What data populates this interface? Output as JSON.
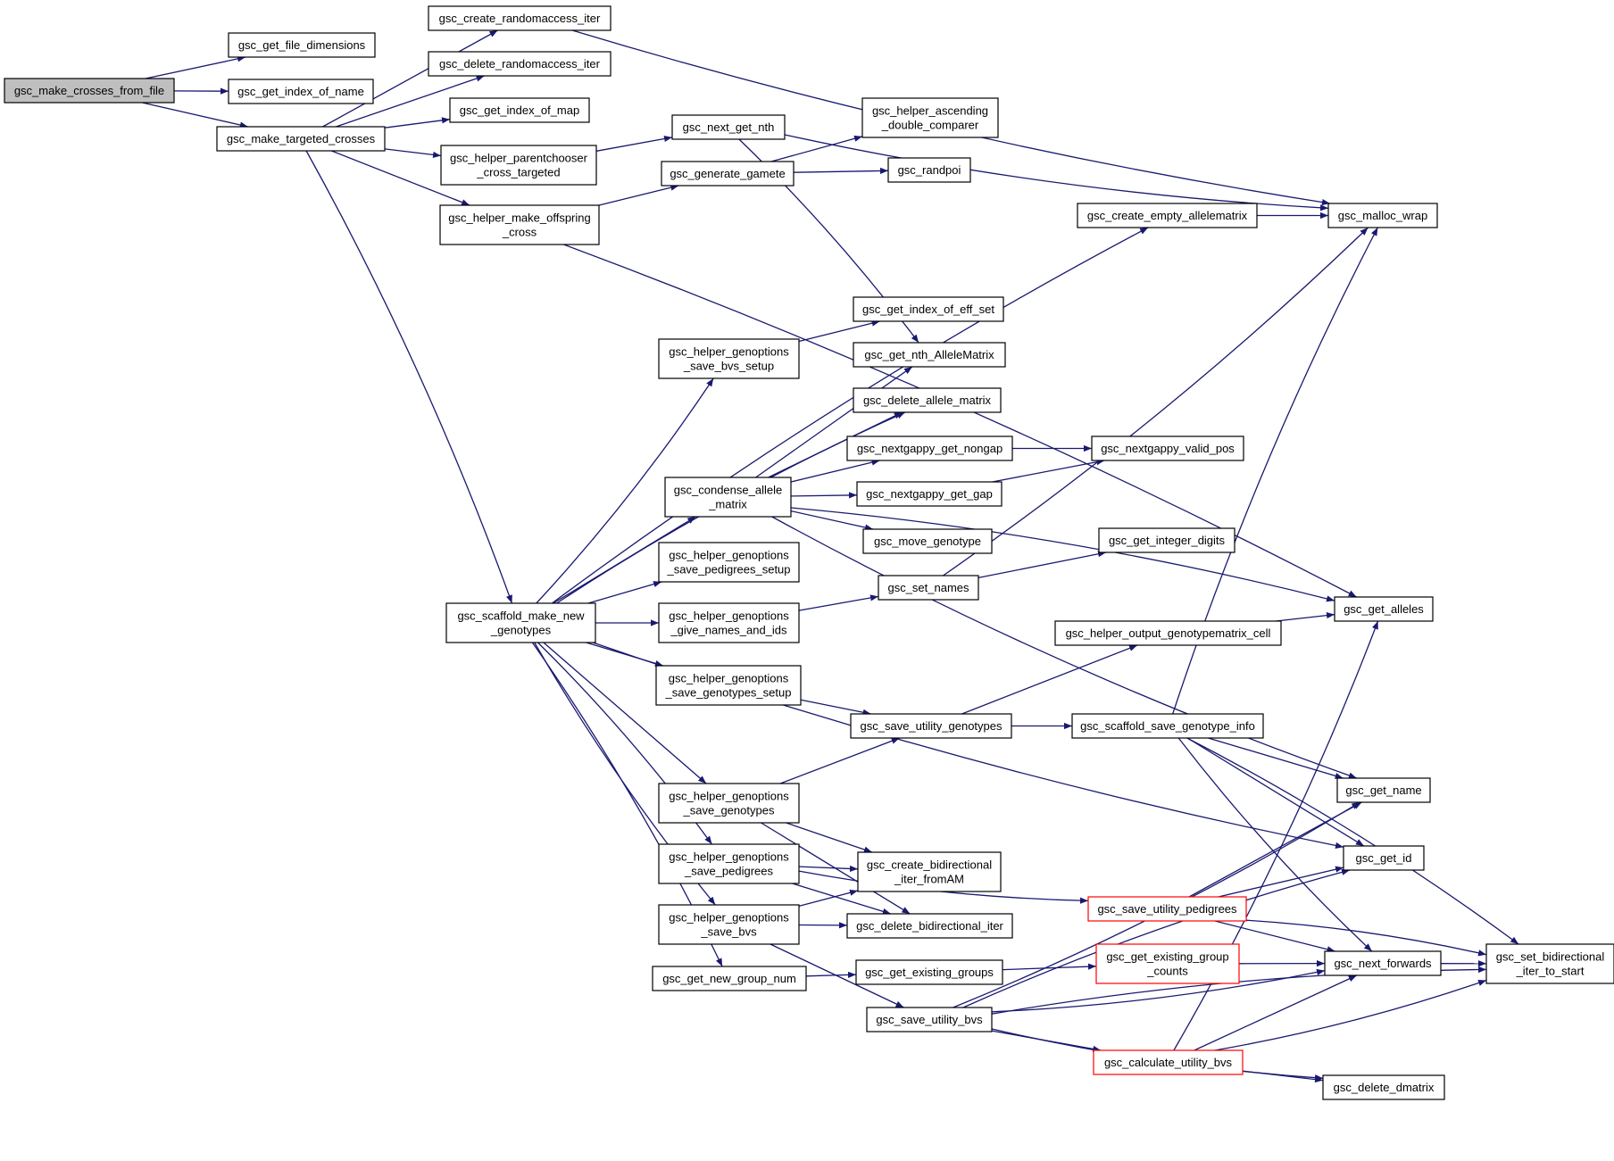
{
  "graph": {
    "edge_color": "#191970",
    "root_fill": "#bfbfbf",
    "truncated_border_color": "#ff0000",
    "nodes": [
      {
        "id": "make_crosses_from_file",
        "lines": [
          "gsc_make_crosses_from_file"
        ],
        "style": "root"
      },
      {
        "id": "get_file_dimensions",
        "lines": [
          "gsc_get_file_dimensions"
        ]
      },
      {
        "id": "get_index_of_name",
        "lines": [
          "gsc_get_index_of_name"
        ]
      },
      {
        "id": "make_targeted_crosses",
        "lines": [
          "gsc_make_targeted_crosses"
        ]
      },
      {
        "id": "create_randomaccess_iter",
        "lines": [
          "gsc_create_randomaccess_iter"
        ]
      },
      {
        "id": "delete_randomaccess_iter",
        "lines": [
          "gsc_delete_randomaccess_iter"
        ]
      },
      {
        "id": "get_index_of_map",
        "lines": [
          "gsc_get_index_of_map"
        ]
      },
      {
        "id": "helper_parentchooser",
        "lines": [
          "gsc_helper_parentchooser",
          "_cross_targeted"
        ]
      },
      {
        "id": "helper_make_offspring",
        "lines": [
          "gsc_helper_make_offspring",
          "_cross"
        ]
      },
      {
        "id": "next_get_nth",
        "lines": [
          "gsc_next_get_nth"
        ]
      },
      {
        "id": "generate_gamete",
        "lines": [
          "gsc_generate_gamete"
        ]
      },
      {
        "id": "helper_ascending",
        "lines": [
          "gsc_helper_ascending",
          "_double_comparer"
        ]
      },
      {
        "id": "randpoi",
        "lines": [
          "gsc_randpoi"
        ]
      },
      {
        "id": "malloc_wrap",
        "lines": [
          "gsc_malloc_wrap"
        ]
      },
      {
        "id": "create_empty_allelematrix",
        "lines": [
          "gsc_create_empty_allelematrix"
        ]
      },
      {
        "id": "get_index_of_eff_set",
        "lines": [
          "gsc_get_index_of_eff_set"
        ]
      },
      {
        "id": "get_nth_AlleleMatrix",
        "lines": [
          "gsc_get_nth_AlleleMatrix"
        ]
      },
      {
        "id": "delete_allele_matrix",
        "lines": [
          "gsc_delete_allele_matrix"
        ]
      },
      {
        "id": "helper_genoptions_save_bvs_setup",
        "lines": [
          "gsc_helper_genoptions",
          "_save_bvs_setup"
        ]
      },
      {
        "id": "nextgappy_get_nongap",
        "lines": [
          "gsc_nextgappy_get_nongap"
        ]
      },
      {
        "id": "nextgappy_valid_pos",
        "lines": [
          "gsc_nextgappy_valid_pos"
        ]
      },
      {
        "id": "condense_allele_matrix",
        "lines": [
          "gsc_condense_allele",
          "_matrix"
        ]
      },
      {
        "id": "nextgappy_get_gap",
        "lines": [
          "gsc_nextgappy_get_gap"
        ]
      },
      {
        "id": "move_genotype",
        "lines": [
          "gsc_move_genotype"
        ]
      },
      {
        "id": "get_integer_digits",
        "lines": [
          "gsc_get_integer_digits"
        ]
      },
      {
        "id": "helper_genoptions_save_pedigrees_setup",
        "lines": [
          "gsc_helper_genoptions",
          "_save_pedigrees_setup"
        ]
      },
      {
        "id": "set_names",
        "lines": [
          "gsc_set_names"
        ]
      },
      {
        "id": "get_alleles",
        "lines": [
          "gsc_get_alleles"
        ]
      },
      {
        "id": "scaffold_make_new_genotypes",
        "lines": [
          "gsc_scaffold_make_new",
          "_genotypes"
        ]
      },
      {
        "id": "helper_genoptions_give_names",
        "lines": [
          "gsc_helper_genoptions",
          "_give_names_and_ids"
        ]
      },
      {
        "id": "helper_output_genotypematrix_cell",
        "lines": [
          "gsc_helper_output_genotypematrix_cell"
        ]
      },
      {
        "id": "helper_genoptions_save_genotypes_setup",
        "lines": [
          "gsc_helper_genoptions",
          "_save_genotypes_setup"
        ]
      },
      {
        "id": "save_utility_genotypes",
        "lines": [
          "gsc_save_utility_genotypes"
        ]
      },
      {
        "id": "scaffold_save_genotype_info",
        "lines": [
          "gsc_scaffold_save_genotype_info"
        ]
      },
      {
        "id": "get_name",
        "lines": [
          "gsc_get_name"
        ]
      },
      {
        "id": "helper_genoptions_save_genotypes",
        "lines": [
          "gsc_helper_genoptions",
          "_save_genotypes"
        ]
      },
      {
        "id": "get_id",
        "lines": [
          "gsc_get_id"
        ]
      },
      {
        "id": "helper_genoptions_save_pedigrees",
        "lines": [
          "gsc_helper_genoptions",
          "_save_pedigrees"
        ]
      },
      {
        "id": "create_bidirectional_iter_fromAM",
        "lines": [
          "gsc_create_bidirectional",
          "_iter_fromAM"
        ]
      },
      {
        "id": "save_utility_pedigrees",
        "lines": [
          "gsc_save_utility_pedigrees"
        ],
        "style": "truncated"
      },
      {
        "id": "helper_genoptions_save_bvs",
        "lines": [
          "gsc_helper_genoptions",
          "_save_bvs"
        ]
      },
      {
        "id": "delete_bidirectional_iter",
        "lines": [
          "gsc_delete_bidirectional_iter"
        ]
      },
      {
        "id": "set_bidirectional_iter_to_start",
        "lines": [
          "gsc_set_bidirectional",
          "_iter_to_start"
        ]
      },
      {
        "id": "get_existing_group_counts",
        "lines": [
          "gsc_get_existing_group",
          "_counts"
        ],
        "style": "truncated"
      },
      {
        "id": "get_new_group_num",
        "lines": [
          "gsc_get_new_group_num"
        ]
      },
      {
        "id": "get_existing_groups",
        "lines": [
          "gsc_get_existing_groups"
        ]
      },
      {
        "id": "next_forwards",
        "lines": [
          "gsc_next_forwards"
        ]
      },
      {
        "id": "save_utility_bvs",
        "lines": [
          "gsc_save_utility_bvs"
        ]
      },
      {
        "id": "calculate_utility_bvs",
        "lines": [
          "gsc_calculate_utility_bvs"
        ],
        "style": "truncated"
      },
      {
        "id": "delete_dmatrix",
        "lines": [
          "gsc_delete_dmatrix"
        ]
      }
    ],
    "edges": [
      [
        "make_crosses_from_file",
        "get_file_dimensions"
      ],
      [
        "make_crosses_from_file",
        "get_index_of_name"
      ],
      [
        "make_crosses_from_file",
        "make_targeted_crosses"
      ],
      [
        "make_targeted_crosses",
        "create_randomaccess_iter"
      ],
      [
        "make_targeted_crosses",
        "delete_randomaccess_iter"
      ],
      [
        "make_targeted_crosses",
        "get_index_of_map"
      ],
      [
        "make_targeted_crosses",
        "helper_parentchooser"
      ],
      [
        "make_targeted_crosses",
        "helper_make_offspring"
      ],
      [
        "make_targeted_crosses",
        "scaffold_make_new_genotypes"
      ],
      [
        "create_randomaccess_iter",
        "malloc_wrap"
      ],
      [
        "helper_parentchooser",
        "next_get_nth"
      ],
      [
        "next_get_nth",
        "malloc_wrap"
      ],
      [
        "next_get_nth",
        "get_nth_AlleleMatrix"
      ],
      [
        "helper_make_offspring",
        "generate_gamete"
      ],
      [
        "helper_make_offspring",
        "get_alleles"
      ],
      [
        "generate_gamete",
        "helper_ascending"
      ],
      [
        "generate_gamete",
        "randpoi"
      ],
      [
        "create_empty_allelematrix",
        "malloc_wrap"
      ],
      [
        "scaffold_make_new_genotypes",
        "create_empty_allelematrix"
      ],
      [
        "scaffold_make_new_genotypes",
        "helper_genoptions_save_bvs_setup"
      ],
      [
        "scaffold_make_new_genotypes",
        "delete_allele_matrix"
      ],
      [
        "scaffold_make_new_genotypes",
        "condense_allele_matrix"
      ],
      [
        "scaffold_make_new_genotypes",
        "helper_genoptions_save_pedigrees_setup"
      ],
      [
        "scaffold_make_new_genotypes",
        "helper_genoptions_give_names"
      ],
      [
        "scaffold_make_new_genotypes",
        "helper_genoptions_save_genotypes_setup"
      ],
      [
        "scaffold_make_new_genotypes",
        "helper_genoptions_save_genotypes"
      ],
      [
        "scaffold_make_new_genotypes",
        "helper_genoptions_save_pedigrees"
      ],
      [
        "scaffold_make_new_genotypes",
        "helper_genoptions_save_bvs"
      ],
      [
        "scaffold_make_new_genotypes",
        "get_new_group_num"
      ],
      [
        "scaffold_make_new_genotypes",
        "get_id"
      ],
      [
        "helper_genoptions_save_bvs_setup",
        "get_index_of_eff_set"
      ],
      [
        "condense_allele_matrix",
        "get_nth_AlleleMatrix"
      ],
      [
        "condense_allele_matrix",
        "delete_allele_matrix"
      ],
      [
        "condense_allele_matrix",
        "nextgappy_get_nongap"
      ],
      [
        "condense_allele_matrix",
        "nextgappy_get_gap"
      ],
      [
        "condense_allele_matrix",
        "move_genotype"
      ],
      [
        "condense_allele_matrix",
        "get_alleles"
      ],
      [
        "condense_allele_matrix",
        "get_name"
      ],
      [
        "nextgappy_get_nongap",
        "nextgappy_valid_pos"
      ],
      [
        "nextgappy_get_gap",
        "nextgappy_valid_pos"
      ],
      [
        "helper_genoptions_give_names",
        "set_names"
      ],
      [
        "set_names",
        "malloc_wrap"
      ],
      [
        "set_names",
        "get_integer_digits"
      ],
      [
        "helper_genoptions_save_genotypes_setup",
        "save_utility_genotypes"
      ],
      [
        "helper_genoptions_save_genotypes",
        "save_utility_genotypes"
      ],
      [
        "helper_genoptions_save_genotypes",
        "create_bidirectional_iter_fromAM"
      ],
      [
        "helper_genoptions_save_genotypes",
        "delete_bidirectional_iter"
      ],
      [
        "save_utility_genotypes",
        "helper_output_genotypematrix_cell"
      ],
      [
        "save_utility_genotypes",
        "scaffold_save_genotype_info"
      ],
      [
        "helper_output_genotypematrix_cell",
        "get_alleles"
      ],
      [
        "scaffold_save_genotype_info",
        "malloc_wrap"
      ],
      [
        "scaffold_save_genotype_info",
        "get_name"
      ],
      [
        "scaffold_save_genotype_info",
        "get_id"
      ],
      [
        "scaffold_save_genotype_info",
        "next_forwards"
      ],
      [
        "scaffold_save_genotype_info",
        "set_bidirectional_iter_to_start"
      ],
      [
        "helper_genoptions_save_pedigrees",
        "save_utility_pedigrees"
      ],
      [
        "helper_genoptions_save_pedigrees",
        "create_bidirectional_iter_fromAM"
      ],
      [
        "helper_genoptions_save_pedigrees",
        "delete_bidirectional_iter"
      ],
      [
        "helper_genoptions_save_bvs",
        "create_bidirectional_iter_fromAM"
      ],
      [
        "helper_genoptions_save_bvs",
        "delete_bidirectional_iter"
      ],
      [
        "helper_genoptions_save_bvs",
        "save_utility_bvs"
      ],
      [
        "save_utility_pedigrees",
        "get_name"
      ],
      [
        "save_utility_pedigrees",
        "get_id"
      ],
      [
        "save_utility_pedigrees",
        "next_forwards"
      ],
      [
        "save_utility_pedigrees",
        "set_bidirectional_iter_to_start"
      ],
      [
        "get_new_group_num",
        "get_existing_groups"
      ],
      [
        "get_existing_groups",
        "get_existing_group_counts"
      ],
      [
        "get_existing_group_counts",
        "next_forwards"
      ],
      [
        "next_forwards",
        "set_bidirectional_iter_to_start"
      ],
      [
        "save_utility_bvs",
        "get_name"
      ],
      [
        "save_utility_bvs",
        "get_id"
      ],
      [
        "save_utility_bvs",
        "next_forwards"
      ],
      [
        "save_utility_bvs",
        "calculate_utility_bvs"
      ],
      [
        "save_utility_bvs",
        "delete_dmatrix"
      ],
      [
        "save_utility_bvs",
        "set_bidirectional_iter_to_start"
      ],
      [
        "calculate_utility_bvs",
        "get_alleles"
      ],
      [
        "calculate_utility_bvs",
        "next_forwards"
      ],
      [
        "calculate_utility_bvs",
        "set_bidirectional_iter_to_start"
      ],
      [
        "calculate_utility_bvs",
        "delete_dmatrix"
      ]
    ]
  }
}
